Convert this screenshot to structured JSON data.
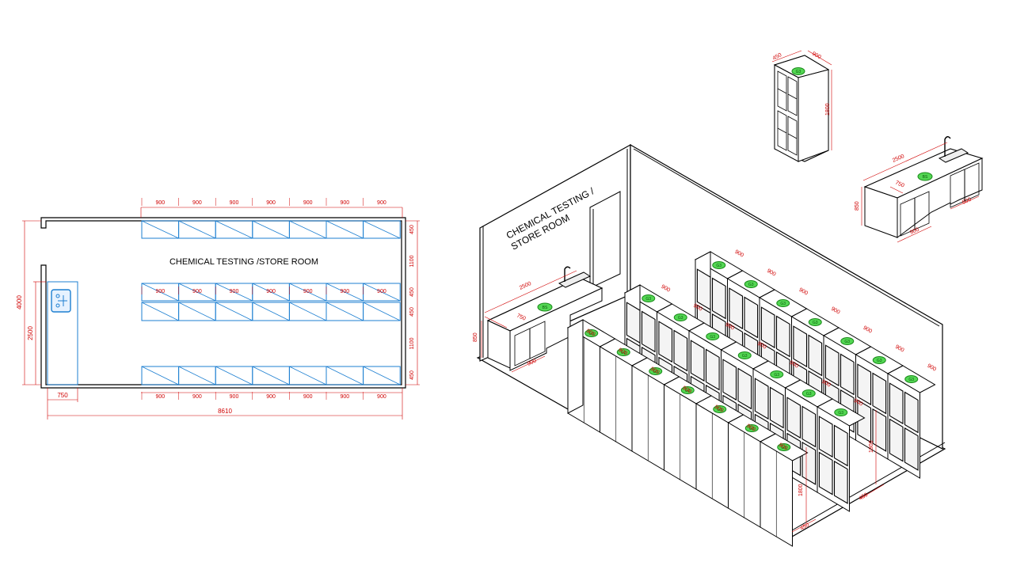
{
  "plan": {
    "room_label": "CHEMICAL TESTING /STORE ROOM",
    "cabinet_width": "900",
    "top_cabinet_dims": [
      "900",
      "900",
      "900",
      "900",
      "900",
      "900",
      "900"
    ],
    "middle_cabinet_dims": [
      "900",
      "900",
      "900",
      "900",
      "900",
      "900",
      "900"
    ],
    "bottom_cabinet_dims": [
      "900",
      "900",
      "900",
      "900",
      "900",
      "900",
      "900"
    ],
    "right_dims": [
      "450",
      "1100",
      "450",
      "450",
      "1100",
      "450"
    ],
    "left_total_height": "4000",
    "left_bench_height": "2500",
    "bench_depth": "750",
    "total_length": "8610"
  },
  "iso": {
    "room_label_line1": "CHEMICAL TESTING /",
    "room_label_line2": "STORE ROOM",
    "bench_length": "2500",
    "bench_depth": "750",
    "bench_height": "850",
    "bench_unit": "900",
    "back_row_dims": [
      "900",
      "900",
      "900",
      "900",
      "900",
      "900",
      "900"
    ],
    "middle_row_dims": [
      "900",
      "900",
      "900",
      "900",
      "900",
      "900",
      "900"
    ],
    "front_row_dims": [
      "900",
      "900",
      "900",
      "900",
      "900",
      "900",
      "900"
    ],
    "cabinet_height": "1800",
    "cabinet_depth": "450",
    "badge": "G3",
    "sink_badge": "BS"
  },
  "detail_cabinet": {
    "depth": "450",
    "width": "900",
    "height": "1800",
    "badge": "G3"
  },
  "detail_bench": {
    "length": "2500",
    "depth": "750",
    "height": "850",
    "unit_a": "900",
    "unit_b": "600",
    "badge": "BS"
  }
}
